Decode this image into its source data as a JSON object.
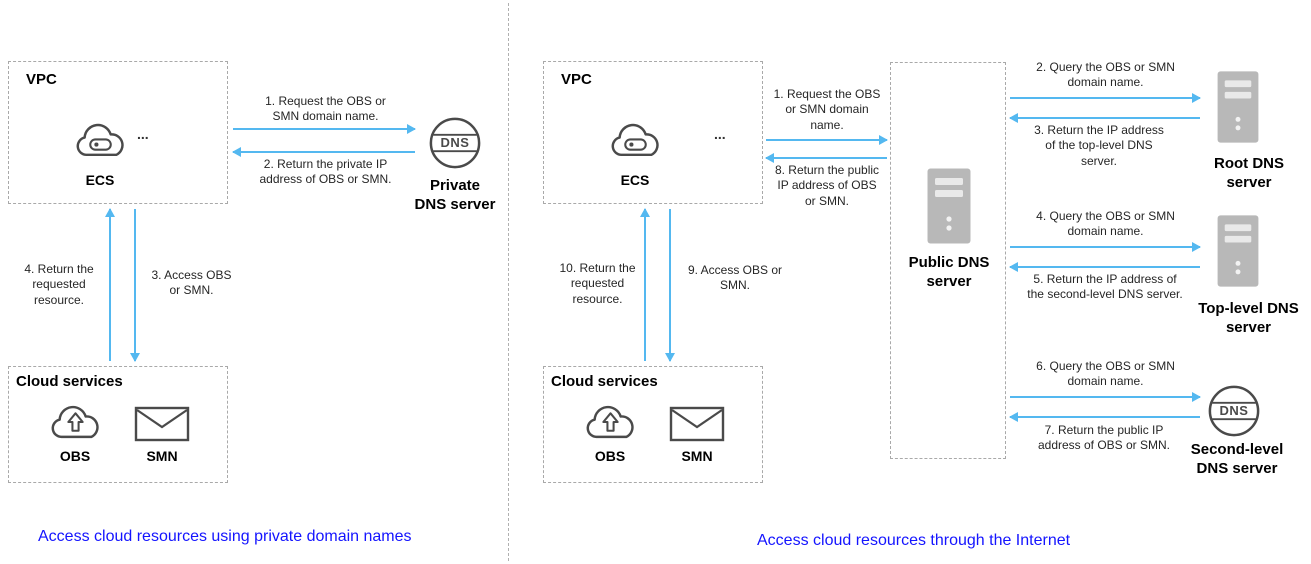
{
  "colors": {
    "arrow": "#54b8f0",
    "caption": "#1414ff",
    "dashed_border": "#a9a9a9",
    "icon_stroke": "#4a4a4a",
    "server_fill": "#b8b8b8"
  },
  "left": {
    "vpc": {
      "title": "VPC",
      "ecs_label": "ECS",
      "ellipsis": "..."
    },
    "private_dns": {
      "label": "Private\nDNS server",
      "icon_text": "DNS"
    },
    "steps": {
      "s1": "1. Request the OBS or\nSMN domain name.",
      "s2": "2. Return the private IP\naddress of OBS or SMN.",
      "s3": "3. Access OBS\nor SMN.",
      "s4": "4. Return the\nrequested\nresource."
    },
    "cloud_services": {
      "title": "Cloud services",
      "obs_label": "OBS",
      "smn_label": "SMN"
    },
    "caption": "Access cloud resources using private domain names"
  },
  "right": {
    "vpc": {
      "title": "VPC",
      "ecs_label": "ECS",
      "ellipsis": "..."
    },
    "public_dns": {
      "label": "Public DNS\nserver"
    },
    "root_dns": {
      "label": "Root DNS\nserver"
    },
    "top_dns": {
      "label": "Top-level DNS\nserver"
    },
    "second_dns": {
      "label": "Second-level\nDNS server",
      "icon_text": "DNS"
    },
    "steps": {
      "s1": "1. Request the OBS\nor SMN domain\nname.",
      "s2": "2. Query the OBS or SMN\ndomain name.",
      "s3": "3. Return the IP address\nof the top-level DNS\nserver.",
      "s4": "4. Query the OBS or SMN\ndomain name.",
      "s5": "5. Return the IP address of\nthe second-level DNS server.",
      "s6": "6. Query the OBS or SMN\ndomain name.",
      "s7": "7. Return the public IP\naddress of OBS or SMN.",
      "s8": "8. Return the public\nIP address of OBS\nor SMN.",
      "s9": "9. Access OBS or\nSMN.",
      "s10": "10. Return the\nrequested\nresource."
    },
    "cloud_services": {
      "title": "Cloud services",
      "obs_label": "OBS",
      "smn_label": "SMN"
    },
    "caption": "Access cloud resources through the Internet"
  }
}
